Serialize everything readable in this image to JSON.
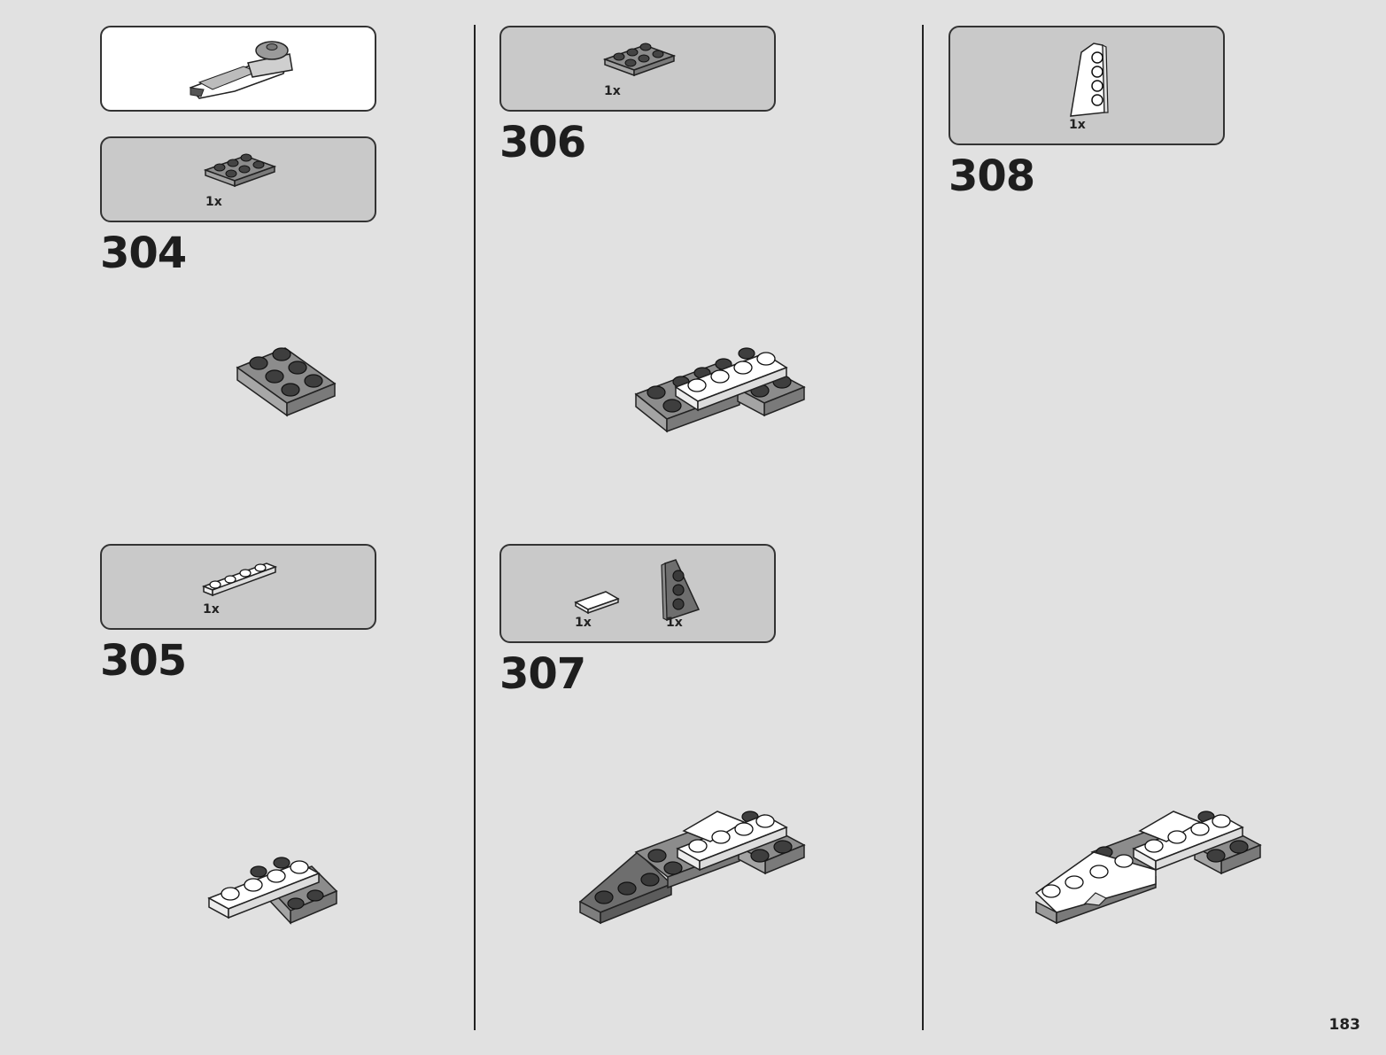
{
  "steps": [
    {
      "number": "304",
      "parts": [
        {
          "qty": "1x",
          "part": "grey-2x3-plate"
        }
      ]
    },
    {
      "number": "305",
      "parts": [
        {
          "qty": "1x",
          "part": "white-1x4-plate"
        }
      ]
    },
    {
      "number": "306",
      "parts": [
        {
          "qty": "1x",
          "part": "grey-2x3-plate"
        }
      ]
    },
    {
      "number": "307",
      "parts": [
        {
          "qty": "1x",
          "part": "white-1x2-tile"
        },
        {
          "qty": "1x",
          "part": "dark-grey-wedge-plate"
        }
      ]
    },
    {
      "number": "308",
      "parts": [
        {
          "qty": "1x",
          "part": "white-wedge-plate"
        }
      ]
    }
  ],
  "page_number": "183",
  "colors": {
    "background": "#e1e1e1",
    "parts_box": "#c9c9c9",
    "white_box": "#ffffff",
    "grey_brick": "#8c8c8c",
    "white_brick": "#ffffff",
    "dark_grey_brick": "#6e6e6e"
  }
}
